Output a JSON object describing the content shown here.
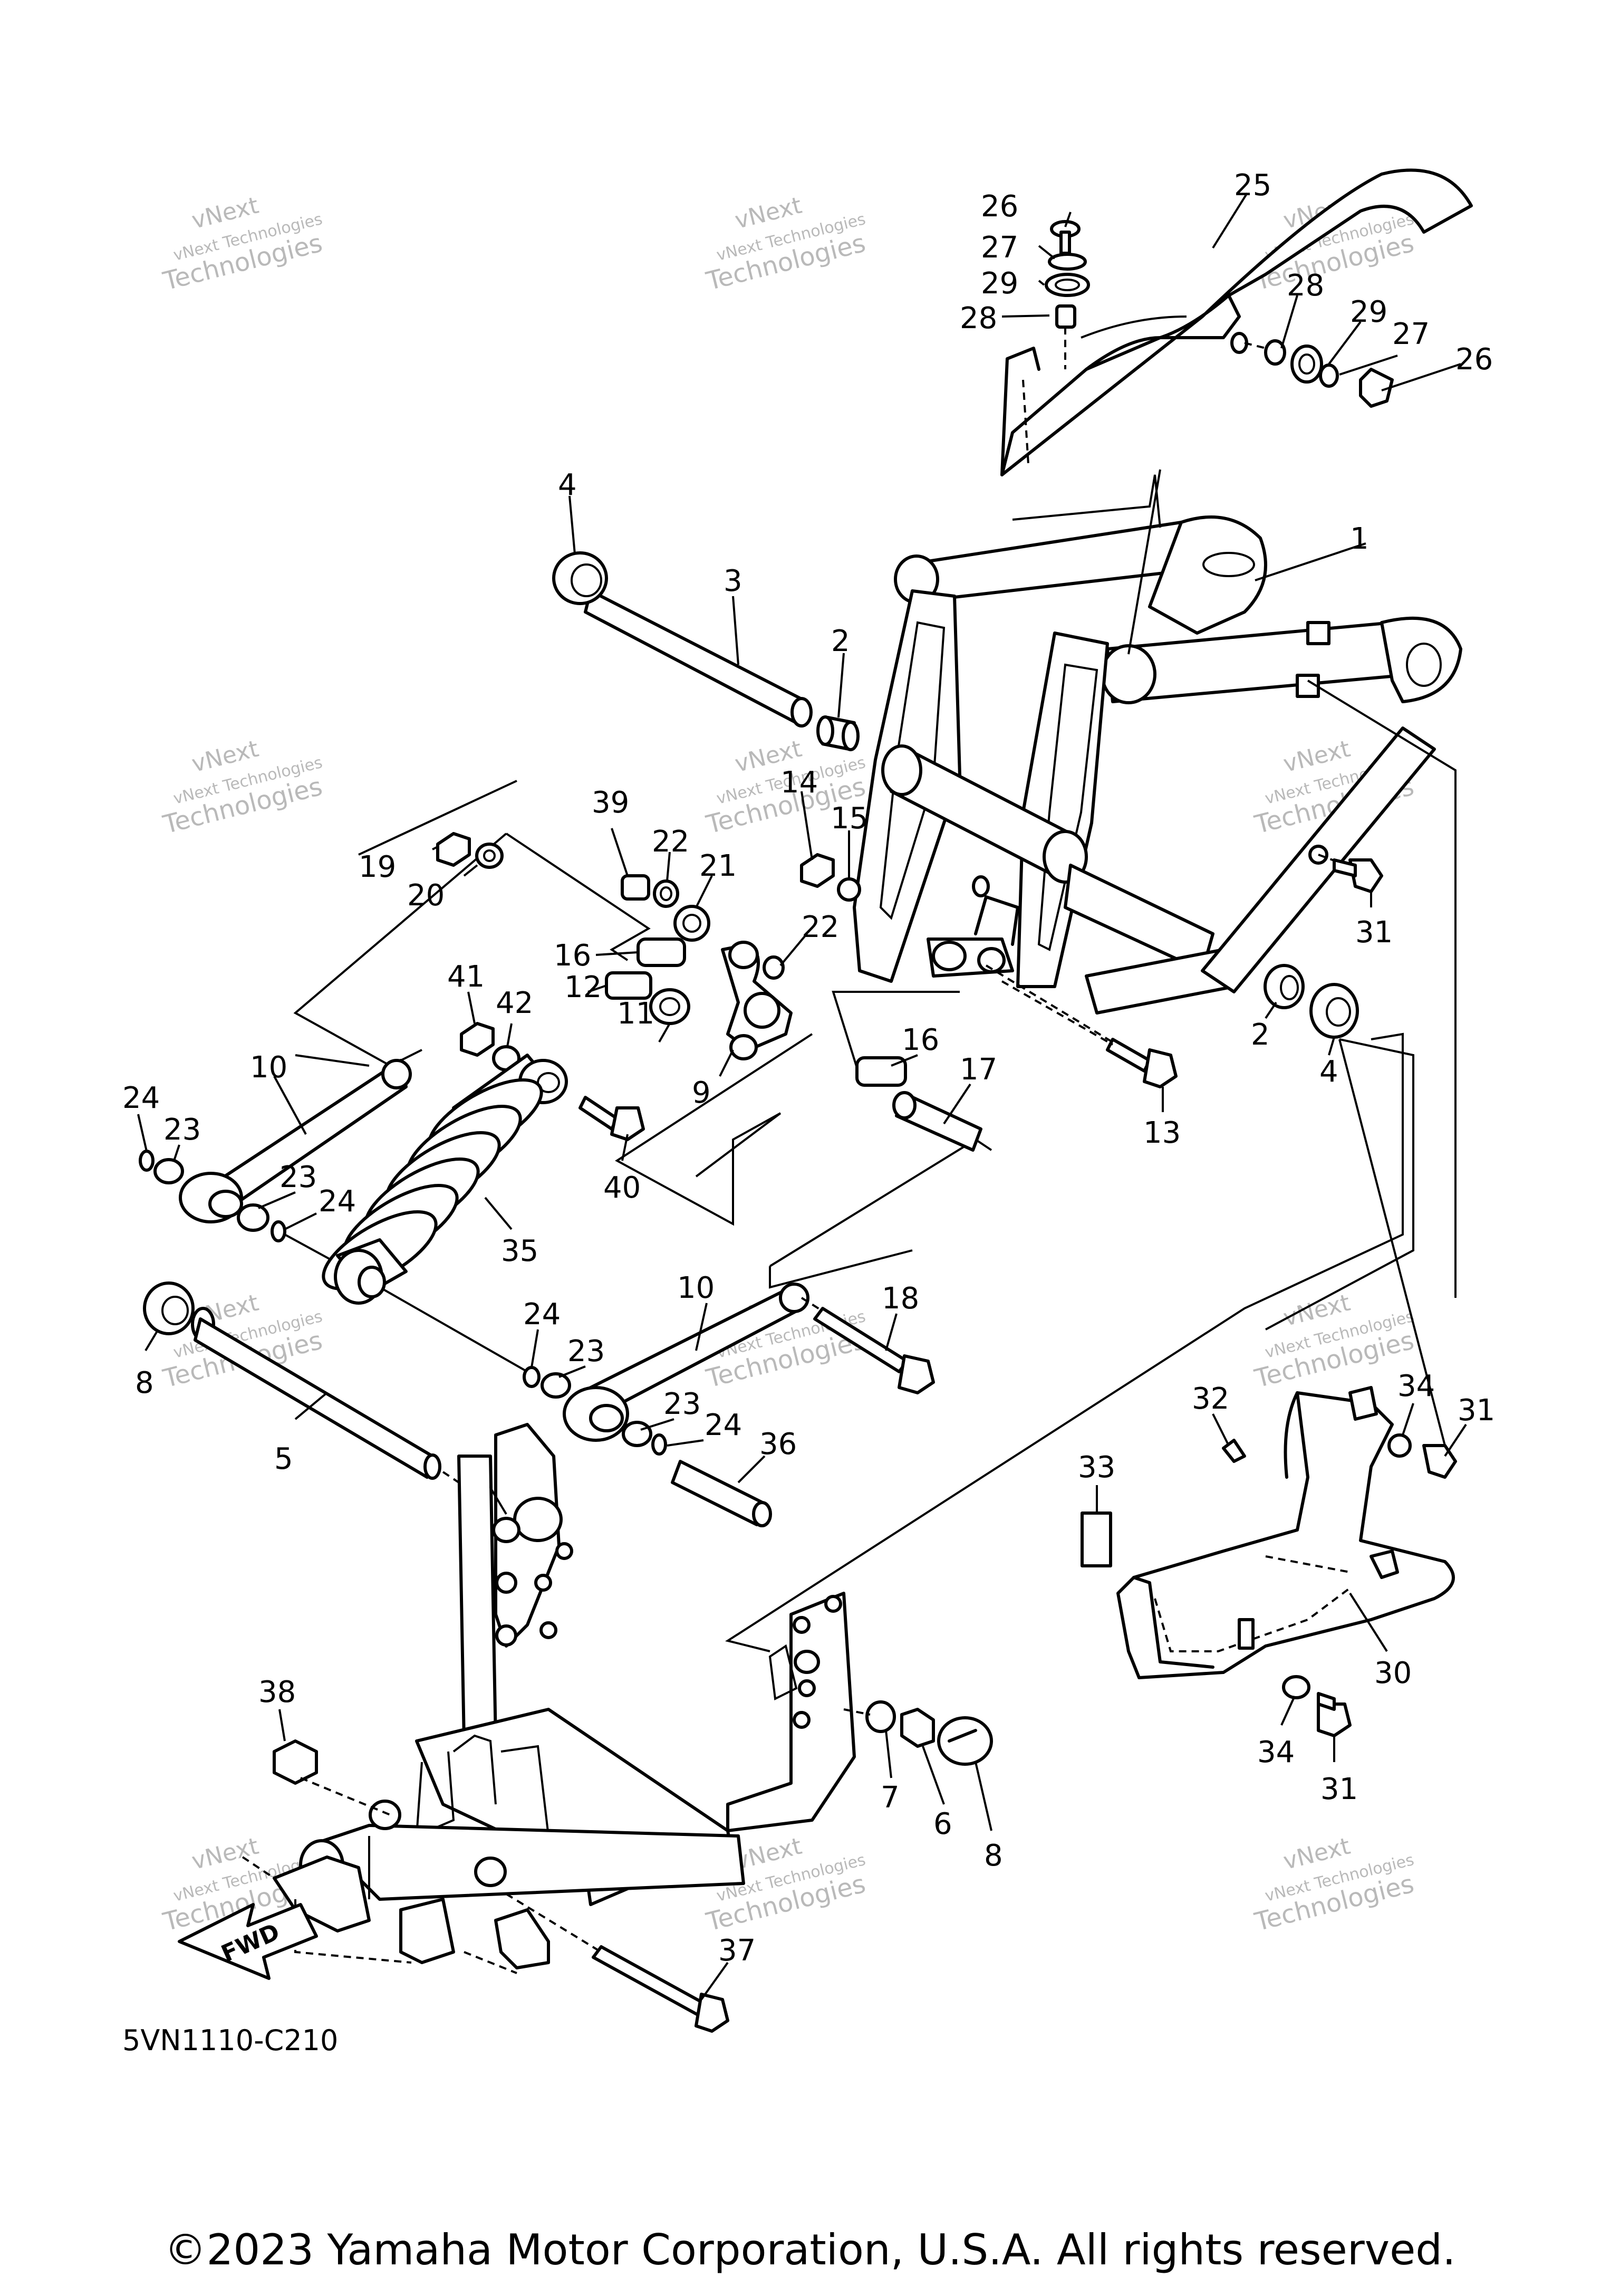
{
  "diagram_code": "5VN1110-C210",
  "fwd_label": "FWD",
  "copyright": "©2023 Yamaha Motor Corporation, U.S.A. All rights reserved.",
  "watermark": {
    "line1": "vNext Technologies",
    "line2": "Technologies",
    "line3": "vNext"
  },
  "callouts": [
    {
      "id": "c26a",
      "text": "26"
    },
    {
      "id": "c25",
      "text": "25"
    },
    {
      "id": "c27a",
      "text": "27"
    },
    {
      "id": "c29a",
      "text": "29"
    },
    {
      "id": "c28a",
      "text": "28"
    },
    {
      "id": "c28b",
      "text": "28"
    },
    {
      "id": "c29b",
      "text": "29"
    },
    {
      "id": "c27b",
      "text": "27"
    },
    {
      "id": "c26b",
      "text": "26"
    },
    {
      "id": "c1",
      "text": "1"
    },
    {
      "id": "c4a",
      "text": "4"
    },
    {
      "id": "c3",
      "text": "3"
    },
    {
      "id": "c2a",
      "text": "2"
    },
    {
      "id": "c14",
      "text": "14"
    },
    {
      "id": "c15",
      "text": "15"
    },
    {
      "id": "c39",
      "text": "39"
    },
    {
      "id": "c22a",
      "text": "22"
    },
    {
      "id": "c21",
      "text": "21"
    },
    {
      "id": "c19",
      "text": "19"
    },
    {
      "id": "c20",
      "text": "20"
    },
    {
      "id": "c16a",
      "text": "16"
    },
    {
      "id": "c22b",
      "text": "22"
    },
    {
      "id": "c41",
      "text": "41"
    },
    {
      "id": "c42",
      "text": "42"
    },
    {
      "id": "c12",
      "text": "12"
    },
    {
      "id": "c11",
      "text": "11"
    },
    {
      "id": "c9",
      "text": "9"
    },
    {
      "id": "c16b",
      "text": "16"
    },
    {
      "id": "c17",
      "text": "17"
    },
    {
      "id": "c31a",
      "text": "31"
    },
    {
      "id": "c2b",
      "text": "2"
    },
    {
      "id": "c4b",
      "text": "4"
    },
    {
      "id": "c13",
      "text": "13"
    },
    {
      "id": "c10a",
      "text": "10"
    },
    {
      "id": "c24a",
      "text": "24"
    },
    {
      "id": "c23a",
      "text": "23"
    },
    {
      "id": "c23b",
      "text": "23"
    },
    {
      "id": "c24b",
      "text": "24"
    },
    {
      "id": "c40",
      "text": "40"
    },
    {
      "id": "c35",
      "text": "35"
    },
    {
      "id": "c10b",
      "text": "10"
    },
    {
      "id": "c18",
      "text": "18"
    },
    {
      "id": "c8a",
      "text": "8"
    },
    {
      "id": "c24c",
      "text": "24"
    },
    {
      "id": "c23c",
      "text": "23"
    },
    {
      "id": "c23d",
      "text": "23"
    },
    {
      "id": "c24d",
      "text": "24"
    },
    {
      "id": "c5",
      "text": "5"
    },
    {
      "id": "c36",
      "text": "36"
    },
    {
      "id": "c32",
      "text": "32"
    },
    {
      "id": "c34a",
      "text": "34"
    },
    {
      "id": "c31b",
      "text": "31"
    },
    {
      "id": "c33",
      "text": "33"
    },
    {
      "id": "c30",
      "text": "30"
    },
    {
      "id": "c38",
      "text": "38"
    },
    {
      "id": "c7",
      "text": "7"
    },
    {
      "id": "c6",
      "text": "6"
    },
    {
      "id": "c8b",
      "text": "8"
    },
    {
      "id": "c34b",
      "text": "34"
    },
    {
      "id": "c31c",
      "text": "31"
    },
    {
      "id": "c37",
      "text": "37"
    }
  ]
}
